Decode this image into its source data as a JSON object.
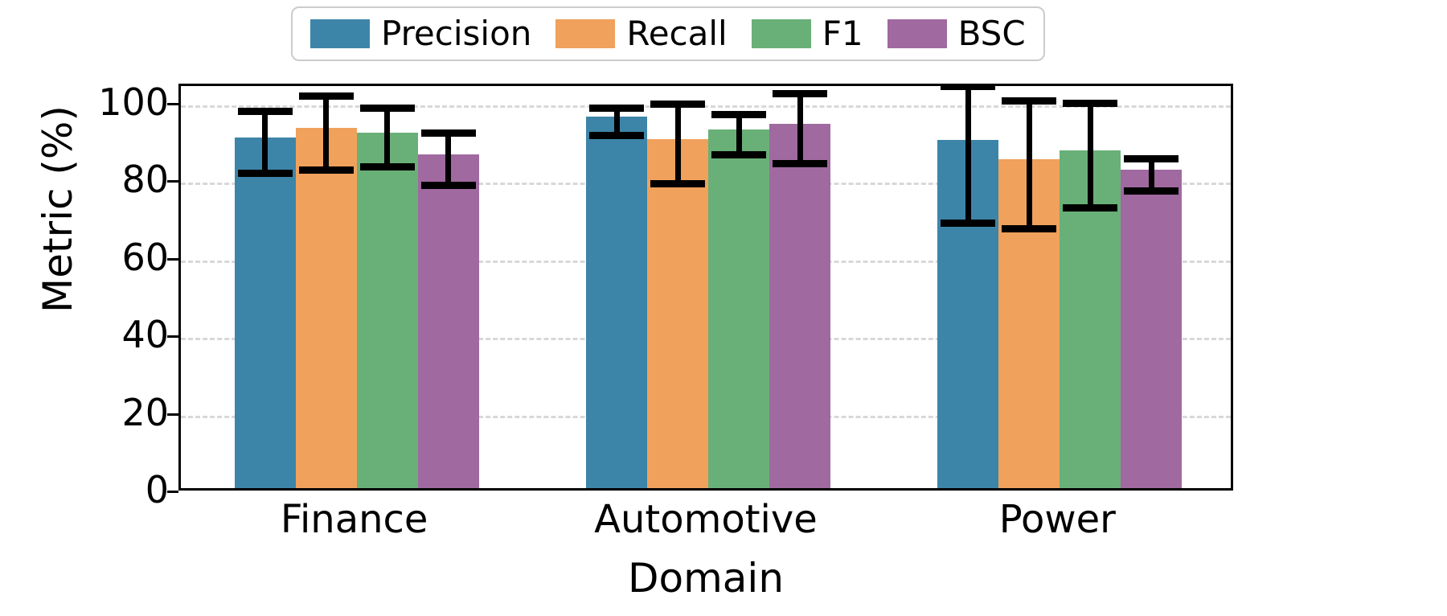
{
  "chart_data": {
    "type": "bar",
    "title": "",
    "xlabel": "Domain",
    "ylabel": "Metric (%)",
    "categories": [
      "Finance",
      "Automotive",
      "Power"
    ],
    "ylim": [
      0,
      105
    ],
    "yticks": [
      0,
      20,
      40,
      60,
      80,
      100
    ],
    "grid": "y-axis dashed light gray",
    "legend_position": "upper center, outside above axes",
    "error_bars": "symmetric, black caps",
    "series": [
      {
        "name": "Precision",
        "color": "#3d85a8",
        "values": [
          90.5,
          95.8,
          89.9
        ],
        "errors": [
          8.0,
          3.5,
          20.2
        ]
      },
      {
        "name": "Recall",
        "color": "#f0a15c",
        "values": [
          93.0,
          90.1,
          84.8
        ],
        "errors": [
          9.6,
          10.3,
          16.5
        ]
      },
      {
        "name": "F1",
        "color": "#69b078",
        "values": [
          91.8,
          92.6,
          87.1
        ],
        "errors": [
          7.5,
          5.2,
          13.5
        ]
      },
      {
        "name": "BSC",
        "color": "#a069a0",
        "values": [
          86.2,
          94.1,
          82.2
        ],
        "errors": [
          6.7,
          9.0,
          4.2
        ]
      }
    ]
  },
  "legend": {
    "entries": [
      {
        "label": "Precision",
        "color": "#3d85a8"
      },
      {
        "label": "Recall",
        "color": "#f0a15c"
      },
      {
        "label": "F1",
        "color": "#69b078"
      },
      {
        "label": "BSC",
        "color": "#a069a0"
      }
    ]
  },
  "axes": {
    "y_label": "Metric (%)",
    "x_label": "Domain",
    "y_tick_labels": [
      "0",
      "20",
      "40",
      "60",
      "80",
      "100"
    ],
    "x_tick_labels": [
      "Finance",
      "Automotive",
      "Power"
    ]
  },
  "colors": {
    "precision": "#3d85a8",
    "recall": "#f0a15c",
    "f1": "#69b078",
    "bsc": "#a069a0",
    "grid": "#d8d8d8",
    "axis": "#000000",
    "background": "#ffffff"
  }
}
